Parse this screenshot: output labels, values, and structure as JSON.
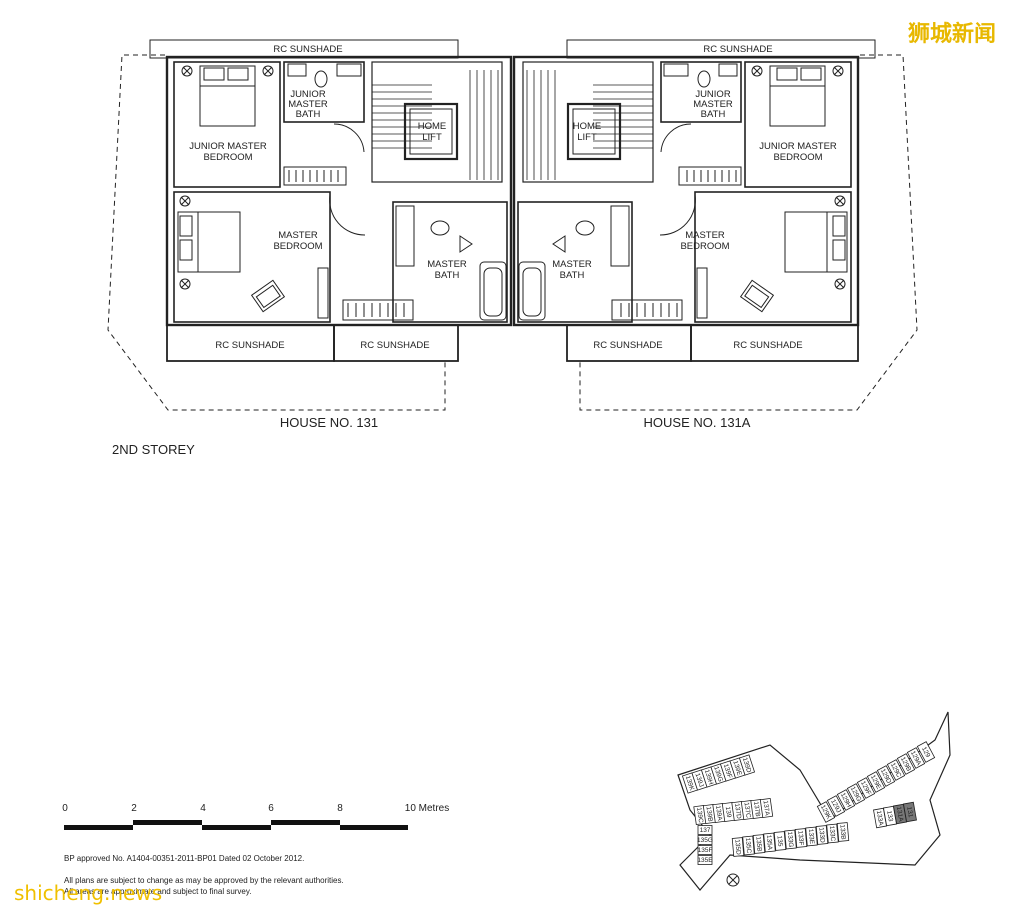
{
  "watermark": {
    "top_right": "狮城新闻",
    "bottom_left": "shicheng.news"
  },
  "houses": [
    {
      "name": "HOUSE NO. 131",
      "rooms": {
        "sunshade_top": "RC SUNSHADE",
        "jm_bath_1": "JUNIOR",
        "jm_bath_2": "MASTER",
        "jm_bath_3": "BATH",
        "lift_1": "HOME",
        "lift_2": "LIFT",
        "jm_bed_1": "JUNIOR MASTER",
        "jm_bed_2": "BEDROOM",
        "m_bed_1": "MASTER",
        "m_bed_2": "BEDROOM",
        "m_bath_1": "MASTER",
        "m_bath_2": "BATH",
        "sunshade_bottom_a": "RC SUNSHADE",
        "sunshade_bottom_b": "RC SUNSHADE"
      }
    },
    {
      "name": "HOUSE NO. 131A",
      "rooms": {
        "sunshade_top": "RC SUNSHADE",
        "jm_bath_1": "JUNIOR",
        "jm_bath_2": "MASTER",
        "jm_bath_3": "BATH",
        "lift_1": "HOME",
        "lift_2": "LIFT",
        "jm_bed_1": "JUNIOR MASTER",
        "jm_bed_2": "BEDROOM",
        "m_bed_1": "MASTER",
        "m_bed_2": "BEDROOM",
        "m_bath_1": "MASTER",
        "m_bath_2": "BATH",
        "sunshade_bottom_a": "RC SUNSHADE",
        "sunshade_bottom_b": "RC SUNSHADE"
      }
    }
  ],
  "storey": "2ND STOREY",
  "scale": {
    "ticks": [
      "0",
      "2",
      "4",
      "6",
      "8",
      "10 Metres"
    ]
  },
  "notes": {
    "bp": "BP approved No. A1404-00351-2011-BP01 Dated 02 October 2012.",
    "line1": "All plans are subject to change as may be approved by  the relevant authorities.",
    "line2": "All areas are approximate and subject to final survey."
  },
  "site_plan": {
    "upper_left_row": [
      "139K",
      "139J",
      "139H",
      "139G",
      "139F",
      "139E",
      "139D"
    ],
    "middle_row": [
      "139C",
      "139B",
      "139A",
      "139",
      "137D",
      "137C",
      "137B",
      "137A"
    ],
    "left_stack": [
      "137",
      "135G",
      "135F",
      "135E"
    ],
    "lower_row": [
      "135D",
      "135C",
      "135B",
      "135A",
      "135",
      "133G",
      "133F",
      "133E",
      "133D",
      "133C",
      "133B"
    ],
    "right_row": [
      "133A",
      "133",
      "131A",
      "131"
    ],
    "upper_right_row": [
      "129K",
      "129J",
      "129H",
      "129G",
      "129F",
      "129E",
      "129D",
      "129C",
      "129B",
      "129A",
      "129"
    ],
    "highlighted": [
      "131A",
      "131"
    ]
  }
}
